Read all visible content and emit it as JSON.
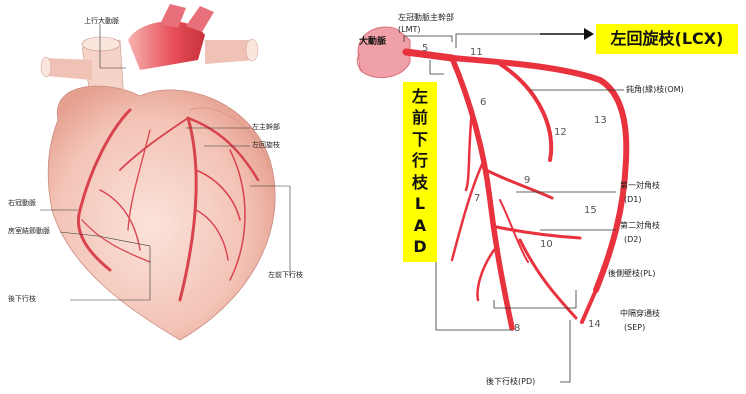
{
  "left_figure": {
    "labels": {
      "ascending_aorta": "上行大動脈",
      "left_main": "左主幹部",
      "left_circumflex": "左回旋枝",
      "right_coronary": "右冠動脈",
      "av_node_artery": "房室結節動脈",
      "posterior_descending": "後下行枝",
      "lad": "左前下行枝"
    }
  },
  "right_figure": {
    "aorta": "大動脈",
    "lmt_title": "左冠動脈主幹部",
    "lmt_abbr": "(LMT)",
    "lcx": "左回旋枝(LCX)",
    "lad_chars": [
      "左",
      "前",
      "下",
      "行",
      "枝",
      "L",
      "A",
      "D"
    ],
    "branches": {
      "om": "鈍角(縁)枝(OM)",
      "d1_name": "第一対角枝",
      "d1_abbr": "(D1)",
      "d2_name": "第二対角枝",
      "d2_abbr": "(D2)",
      "pl": "後側壁枝(PL)",
      "sep_name": "中隔穿通枝",
      "sep_abbr": "(SEP)",
      "pd": "後下行枝(PD)"
    },
    "segments": [
      "5",
      "6",
      "7",
      "8",
      "9",
      "10",
      "11",
      "12",
      "13",
      "14",
      "15"
    ]
  },
  "colors": {
    "artery": "#e8323e",
    "artery_dark": "#c81e2c",
    "aorta_pink": "#f0a0a8",
    "heart_skin": "#f6cfc4",
    "highlight": "#ffff00"
  }
}
